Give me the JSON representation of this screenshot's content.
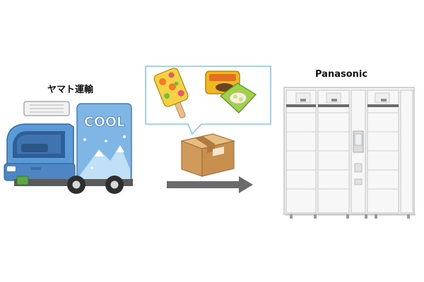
{
  "labels": {
    "carrier": "ヤマト運輸",
    "locker_brand": "Panasonic",
    "truck_panel": "COOL"
  },
  "colors": {
    "truck_cab": "#5b9ad6",
    "truck_panel": "#7fb6e6",
    "arrow": "#6b6b6b",
    "box": "#d9a86c",
    "locker": "#f0f0f0"
  },
  "icons": [
    "refrigerated-truck-icon",
    "ice-cream-bar-icon",
    "frozen-snack-icon",
    "cardboard-box-icon",
    "arrow-right-icon",
    "delivery-locker-icon"
  ]
}
